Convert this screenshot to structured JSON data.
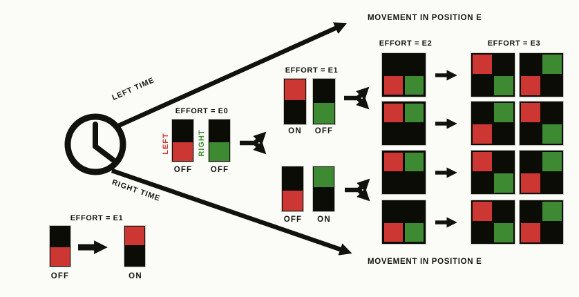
{
  "colors": {
    "red": "#cc3733",
    "green": "#3e8a32",
    "black": "#0c0c06",
    "background": "#fbfcf7",
    "line": "#12120c"
  },
  "timeline": {
    "left_time_label": "LEFT TIME",
    "right_time_label": "RIGHT TIME",
    "movement_top": "MOVEMENT IN POSITION E",
    "movement_bottom": "MOVEMENT IN POSITION E"
  },
  "e0": {
    "title": "EFFORT = E0",
    "left_label": "LEFT",
    "right_label": "RIGHT",
    "toggles": [
      {
        "name": "left",
        "color": "red",
        "position": "bottom",
        "state": "OFF"
      },
      {
        "name": "right",
        "color": "green",
        "position": "bottom",
        "state": "OFF"
      }
    ]
  },
  "e1_top": {
    "title": "EFFORT = E1",
    "toggles": [
      {
        "name": "left",
        "color": "red",
        "position": "top",
        "state": "ON"
      },
      {
        "name": "right",
        "color": "green",
        "position": "bottom",
        "state": "OFF"
      }
    ]
  },
  "e1_bottom": {
    "toggles": [
      {
        "name": "left",
        "color": "red",
        "position": "bottom",
        "state": "OFF"
      },
      {
        "name": "right",
        "color": "green",
        "position": "top",
        "state": "ON"
      }
    ]
  },
  "e2": {
    "title": "EFFORT = E2",
    "grids": [
      {
        "red": "bottom-left",
        "green": "bottom-right"
      },
      {
        "red": "top-left",
        "green": "top-right"
      },
      {
        "red": "top-left",
        "green": "top-right"
      },
      {
        "red": "bottom-left",
        "green": "bottom-right"
      }
    ]
  },
  "e3": {
    "title": "EFFORT = E3",
    "grids_left": [
      {
        "red": "top-left",
        "green": "bottom-right"
      },
      {
        "red": "bottom-left",
        "green": "top-right"
      },
      {
        "red": "top-left",
        "green": "bottom-right"
      },
      {
        "red": "top-left",
        "green": "bottom-right"
      }
    ],
    "grids_right": [
      {
        "red": "bottom-left",
        "green": "top-right"
      },
      {
        "red": "top-left",
        "green": "bottom-right"
      },
      {
        "red": "bottom-left",
        "green": "top-right"
      },
      {
        "red": "bottom-left",
        "green": "top-right"
      }
    ]
  },
  "legend": {
    "title": "EFFORT = E1",
    "from": {
      "color": "red",
      "position": "bottom",
      "state": "OFF"
    },
    "to": {
      "color": "red",
      "position": "top",
      "state": "ON"
    }
  }
}
